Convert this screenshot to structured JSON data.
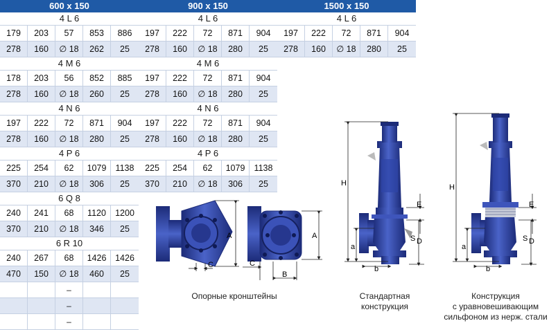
{
  "groups": [
    {
      "header": "600 x 150",
      "sections": [
        {
          "code": "4 L 6",
          "rows": [
            [
              "179",
              "203",
              "57",
              "853",
              "886"
            ],
            [
              "278",
              "160",
              "∅ 18",
              "262",
              "25"
            ]
          ]
        },
        {
          "code": "4 M 6",
          "rows": [
            [
              "178",
              "203",
              "56",
              "852",
              "885"
            ],
            [
              "278",
              "160",
              "∅ 18",
              "260",
              "25"
            ]
          ]
        },
        {
          "code": "4 N 6",
          "rows": [
            [
              "197",
              "222",
              "72",
              "871",
              "904"
            ],
            [
              "278",
              "160",
              "∅ 18",
              "280",
              "25"
            ]
          ]
        },
        {
          "code": "4 P 6",
          "rows": [
            [
              "225",
              "254",
              "62",
              "1079",
              "1138"
            ],
            [
              "370",
              "210",
              "∅ 18",
              "306",
              "25"
            ]
          ]
        },
        {
          "code": "6 Q 8",
          "rows": [
            [
              "240",
              "241",
              "68",
              "1120",
              "1200"
            ],
            [
              "370",
              "210",
              "∅ 18",
              "346",
              "25"
            ]
          ]
        },
        {
          "code": "6 R 10",
          "rows": [
            [
              "240",
              "267",
              "68",
              "1426",
              "1426"
            ],
            [
              "470",
              "150",
              "∅ 18",
              "460",
              "25"
            ]
          ]
        }
      ],
      "empty_rows": [
        [
          "",
          "",
          "–",
          "",
          ""
        ],
        [
          "",
          "",
          "–",
          "",
          ""
        ],
        [
          "",
          "",
          "–",
          "",
          ""
        ]
      ]
    },
    {
      "header": "900 x 150",
      "sections": [
        {
          "code": "4 L 6",
          "rows": [
            [
              "197",
              "222",
              "72",
              "871",
              "904"
            ],
            [
              "278",
              "160",
              "∅ 18",
              "280",
              "25"
            ]
          ]
        },
        {
          "code": "4 M 6",
          "rows": [
            [
              "197",
              "222",
              "72",
              "871",
              "904"
            ],
            [
              "278",
              "160",
              "∅ 18",
              "280",
              "25"
            ]
          ]
        },
        {
          "code": "4 N 6",
          "rows": [
            [
              "197",
              "222",
              "72",
              "871",
              "904"
            ],
            [
              "278",
              "160",
              "∅ 18",
              "280",
              "25"
            ]
          ]
        },
        {
          "code": "4 P 6",
          "rows": [
            [
              "225",
              "254",
              "62",
              "1079",
              "1138"
            ],
            [
              "370",
              "210",
              "∅ 18",
              "306",
              "25"
            ]
          ]
        }
      ],
      "empty_rows": []
    },
    {
      "header": "1500 x 150",
      "sections": [
        {
          "code": "4 L 6",
          "rows": [
            [
              "197",
              "222",
              "72",
              "871",
              "904"
            ],
            [
              "278",
              "160",
              "∅ 18",
              "280",
              "25"
            ]
          ]
        }
      ],
      "empty_rows": []
    }
  ],
  "diagram_labels": {
    "A": "A",
    "B": "B",
    "C": "C",
    "H": "H",
    "E": "E",
    "S": "S",
    "D": "D",
    "a": "a",
    "b": "b"
  },
  "captions": {
    "brackets": "Опорные кронштейны",
    "standard": [
      "Стандартная",
      "конструкция"
    ],
    "bellows": [
      "Конструкция",
      "с уравновешивающим",
      "сильфоном из нерж. стали"
    ]
  },
  "colors": {
    "header": "#1f5aa6",
    "row_alt": "#dfe6f3",
    "valve_body": "#2b3f9e"
  }
}
